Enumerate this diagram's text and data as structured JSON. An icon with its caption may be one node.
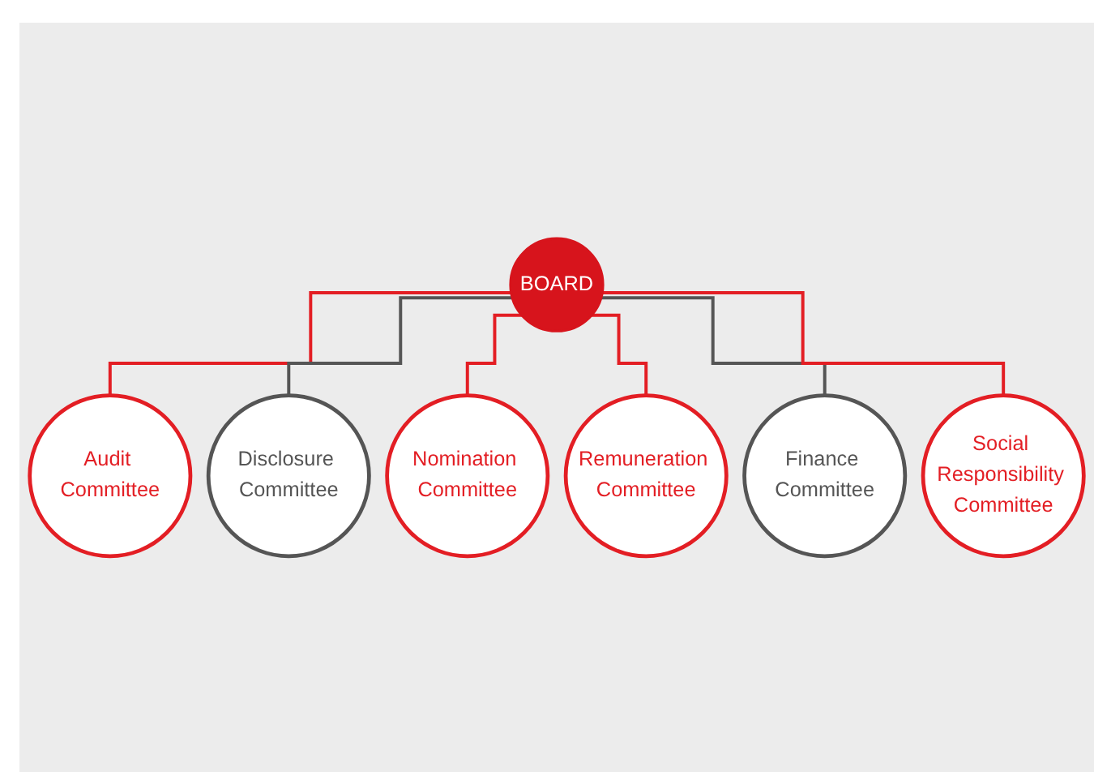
{
  "diagram": {
    "nodes": [
      {
        "text": [
          "BOARD"
        ]
      },
      {
        "text": [
          "Audit Committee"
        ]
      },
      {
        "text": [
          "Disclosure Committee"
        ]
      },
      {
        "text": [
          "Nomination Committee"
        ]
      },
      {
        "text": [
          "Remuneration Committee"
        ]
      },
      {
        "text": [
          "Finance Committee"
        ]
      },
      {
        "text": [
          "Social Responsibility Committee"
        ]
      }
    ],
    "edges": [
      {
        "from": 0,
        "to": 1,
        "arrow": "none"
      },
      {
        "from": 0,
        "to": 2,
        "arrow": "none",
        "color": "#555555"
      },
      {
        "from": 0,
        "to": 3,
        "arrow": "none"
      },
      {
        "from": 0,
        "to": 4,
        "arrow": "none"
      },
      {
        "from": 0,
        "to": 5,
        "arrow": "none",
        "color": "#555555"
      },
      {
        "from": 0,
        "to": 6,
        "arrow": "none"
      }
    ]
  }
}
